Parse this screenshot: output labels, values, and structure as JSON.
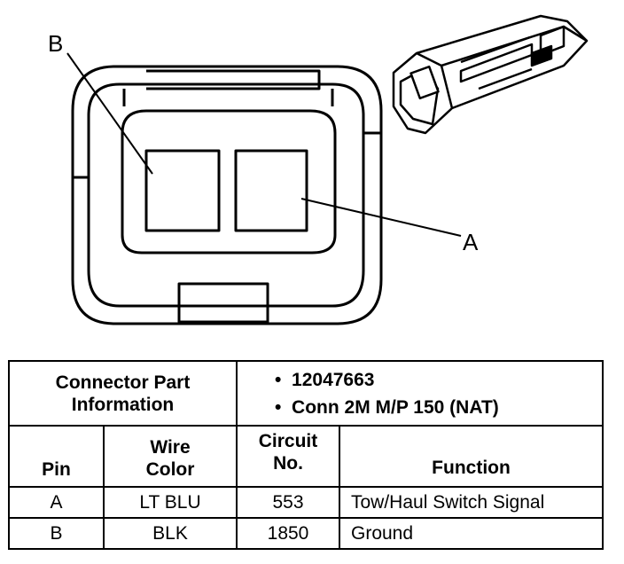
{
  "diagram": {
    "pin_labels": [
      "B",
      "A"
    ]
  },
  "table": {
    "part_info_label": [
      "Connector Part",
      "Information"
    ],
    "part_info_values": [
      "12047663",
      "Conn 2M M/P 150 (NAT)"
    ],
    "columns": {
      "pin": "Pin",
      "wire_color": [
        "Wire",
        "Color"
      ],
      "circuit_no": [
        "Circuit",
        "No."
      ],
      "function": "Function"
    },
    "rows": [
      {
        "pin": "A",
        "wire_color": "LT BLU",
        "circuit_no": "553",
        "function": "Tow/Haul Switch Signal"
      },
      {
        "pin": "B",
        "wire_color": "BLK",
        "circuit_no": "1850",
        "function": "Ground"
      }
    ]
  }
}
